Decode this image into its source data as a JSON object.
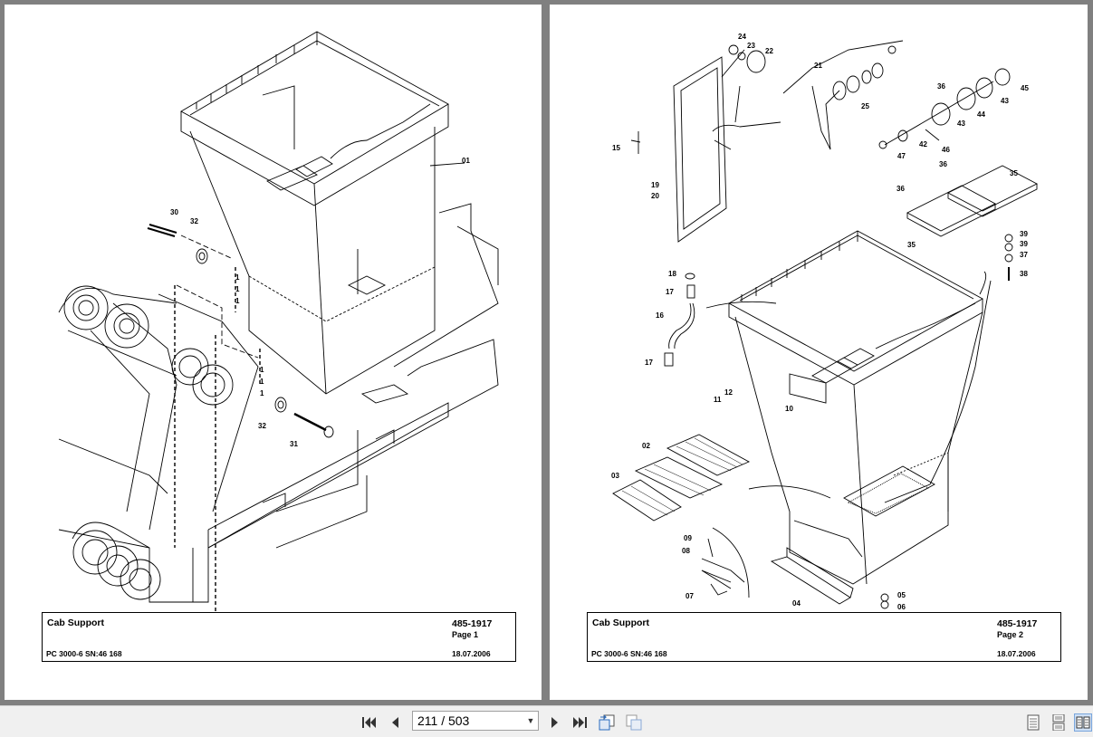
{
  "pages": [
    {
      "title": "Cab Support",
      "number": "485-1917",
      "page_label": "Page 1",
      "model": "PC 3000-6 SN:46 168",
      "date": "18.07.2006",
      "callouts": [
        "01",
        "30",
        "32",
        "1",
        "1",
        "1",
        "1",
        "1",
        "1",
        "32",
        "31"
      ]
    },
    {
      "title": "Cab Support",
      "number": "485-1917",
      "page_label": "Page 2",
      "model": "PC 3000-6 SN:46 168",
      "date": "18.07.2006",
      "callouts": [
        "24",
        "23",
        "22",
        "21",
        "25",
        "36",
        "45",
        "43",
        "44",
        "43",
        "42",
        "46",
        "47",
        "15",
        "19",
        "20",
        "36",
        "35",
        "36",
        "35",
        "39",
        "39",
        "37",
        "38",
        "18",
        "17",
        "16",
        "17",
        "12",
        "11",
        "10",
        "02",
        "03",
        "09",
        "08",
        "07",
        "04",
        "05",
        "06"
      ]
    }
  ],
  "toolbar": {
    "page_indicator": "211 / 503",
    "icons": [
      "first-page-icon",
      "previous-page-icon",
      "next-page-icon",
      "last-page-icon",
      "go-back-view-icon",
      "go-forward-view-icon",
      "single-page-view-icon",
      "continuous-view-icon",
      "two-page-view-icon"
    ]
  }
}
